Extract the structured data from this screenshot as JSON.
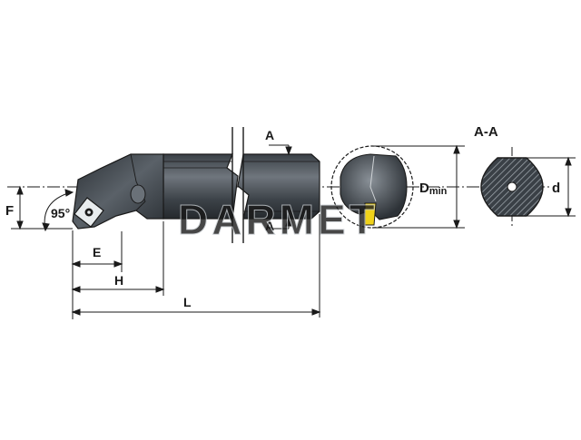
{
  "labels": {
    "F": "F",
    "angle": "95°",
    "E": "E",
    "H": "H",
    "L": "L",
    "A_top": "A",
    "A_bottom": "A",
    "D": "D",
    "D_sub": "min",
    "section_title": "A-A",
    "d": "d"
  },
  "watermark": "DARMET",
  "colors": {
    "body_dark": "#2d3237",
    "body_mid": "#5d646b",
    "body_light": "#9aa1a7",
    "insert_yellow": "#f0d21a",
    "line": "#1a1a1a"
  }
}
